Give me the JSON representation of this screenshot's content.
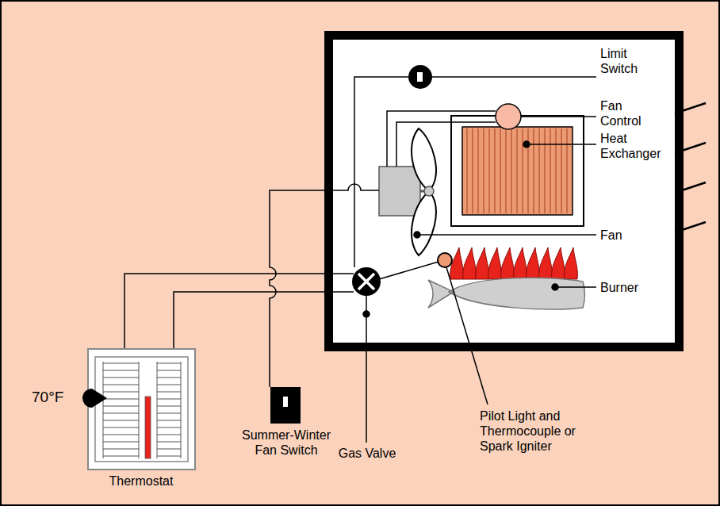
{
  "diagram": {
    "labels": [
      "Limit Switch",
      "Fan Control",
      "Heat Exchanger",
      "Fan",
      "Burner",
      "70°F",
      "Pilot Light and Thermocouple or Spark Igniter",
      "Summer-Winter Fan Switch",
      "Gas Valve",
      "Thermostat"
    ]
  }
}
